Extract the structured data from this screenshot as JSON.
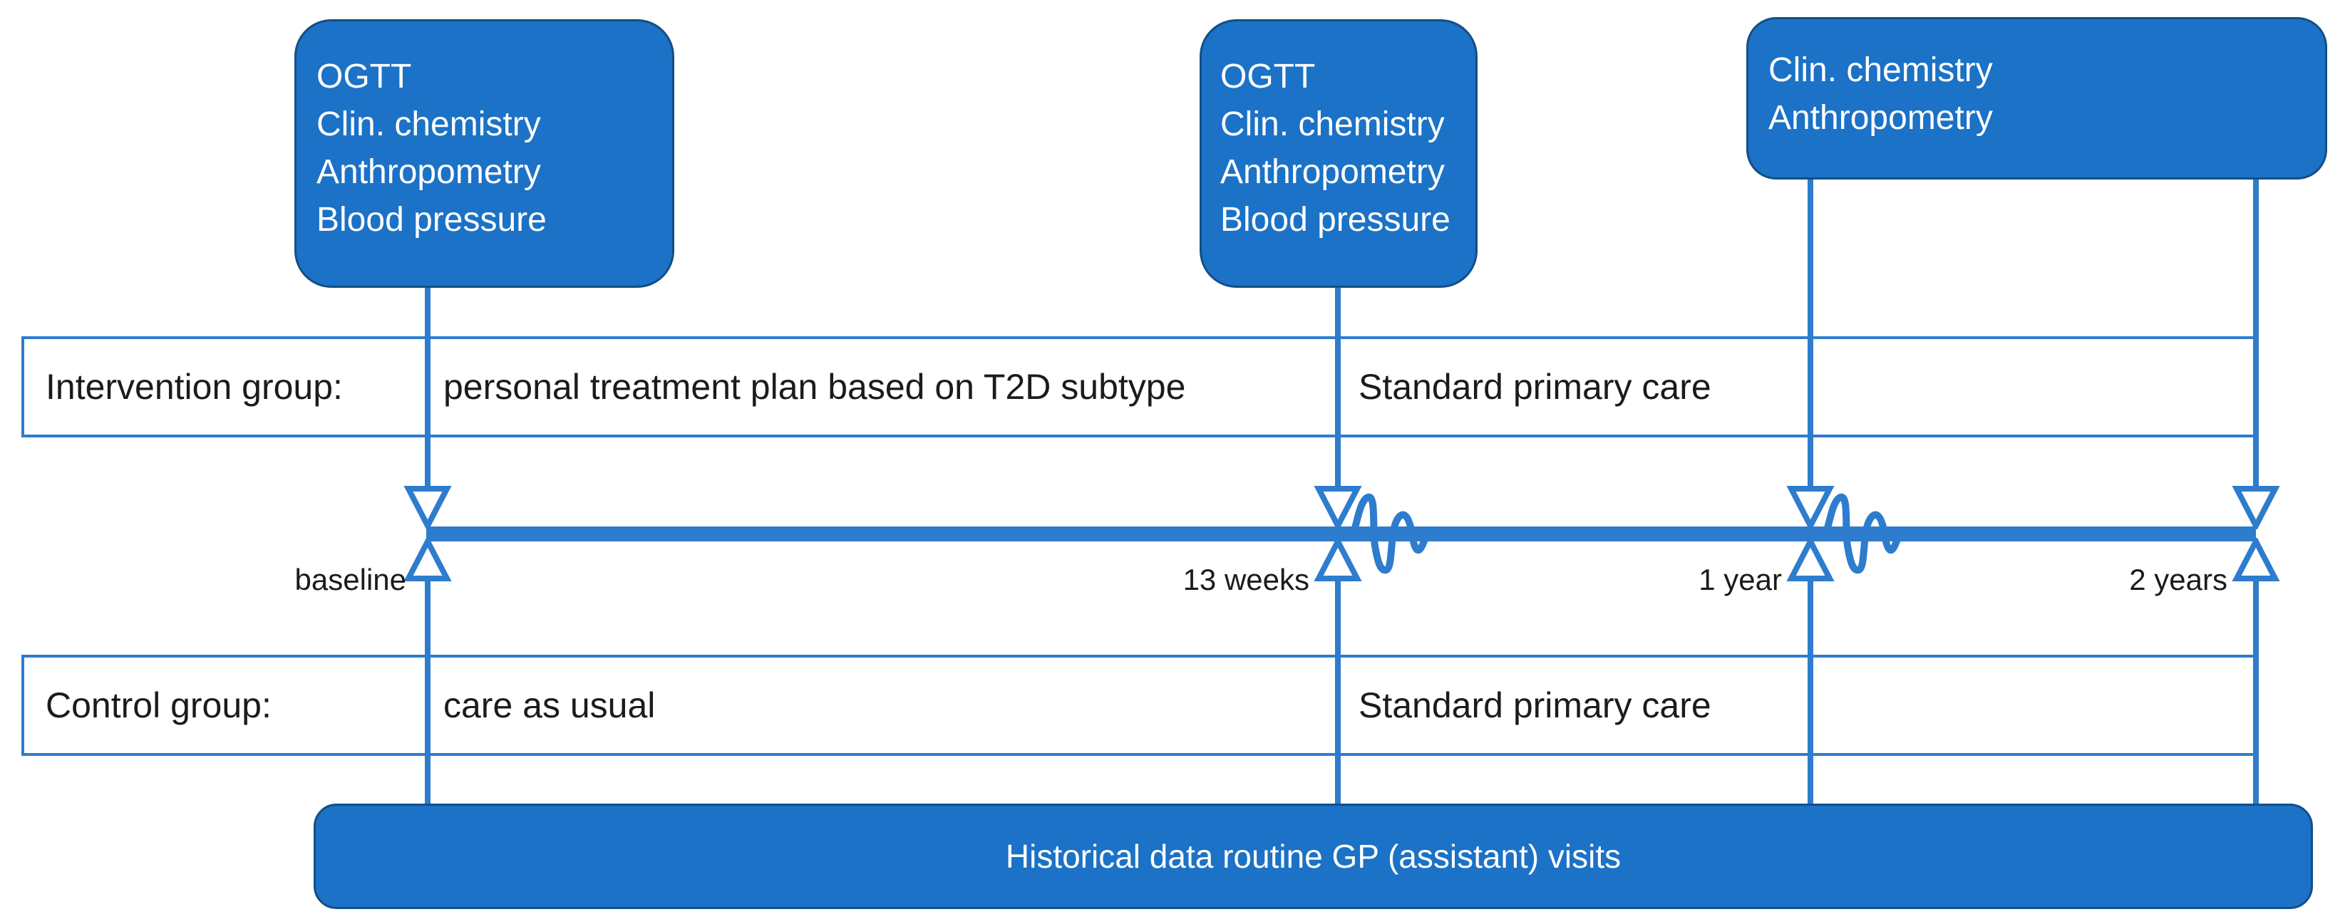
{
  "diagram": {
    "boxes": {
      "baseline_assessments": {
        "lines": [
          "OGTT",
          "Clin. chemistry",
          "Anthropometry",
          "Blood pressure"
        ]
      },
      "week13_assessments": {
        "lines": [
          "OGTT",
          "Clin. chemistry",
          "Anthropometry",
          "Blood pressure"
        ]
      },
      "followup_assessments": {
        "lines": [
          "Clin. chemistry",
          "Anthropometry"
        ]
      }
    },
    "intervention_row": {
      "label": "Intervention group:",
      "phase1": "personal treatment plan based on T2D subtype",
      "phase2": "Standard primary care"
    },
    "control_row": {
      "label": "Control group:",
      "phase1": "care as usual",
      "phase2": "Standard primary care"
    },
    "timeline": {
      "markers": [
        {
          "label": "baseline"
        },
        {
          "label": "13 weeks"
        },
        {
          "label": "1 year"
        },
        {
          "label": "2 years"
        }
      ]
    },
    "bottom_bar": {
      "label": "Historical data routine GP (assistant) visits"
    },
    "colors": {
      "box_fill": "#1b72c6",
      "box_stroke": "#144e85",
      "line_blue": "#2e7ccd",
      "text_dark": "#1b1b1b",
      "text_light": "#ffffff"
    }
  }
}
